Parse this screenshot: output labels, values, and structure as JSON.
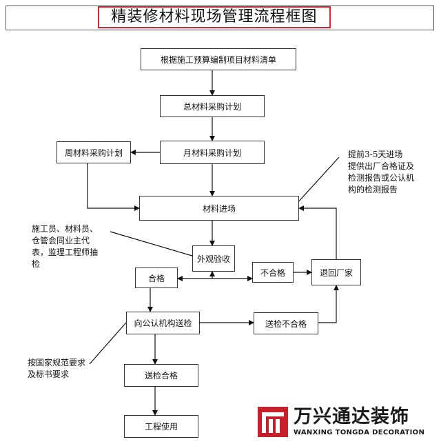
{
  "title": "精装修材料现场管理流程框图",
  "nodes": {
    "budget_list": "根据施工预算编制项目材料清单",
    "total_plan": "总材料采购计划",
    "monthly_plan": "月材料采购计划",
    "weekly_plan": "周材料采购计划",
    "arrival": "材料进场",
    "inspection": "外观验收",
    "pass": "合格",
    "fail": "不合格",
    "return": "退回厂家",
    "send_agency": "向公认机构送检",
    "send_fail": "送检不合格",
    "send_pass": "送检合格",
    "use": "工程使用"
  },
  "notes": {
    "arrival_note": [
      "提前3-5天进场",
      "提供出厂合格证及",
      "检测报告或公认机",
      "构的检测报告"
    ],
    "inspect_note": [
      "施工员、材料员、",
      "仓管会同业主代",
      "表，监理工程师抽",
      "检"
    ],
    "standard_note": [
      "按国家规范要求",
      "及标书要求"
    ]
  },
  "logo": {
    "name": "万兴通达装饰",
    "english": "WANXING TONGDA DECORATION",
    "accent_color": "#c8202a"
  }
}
